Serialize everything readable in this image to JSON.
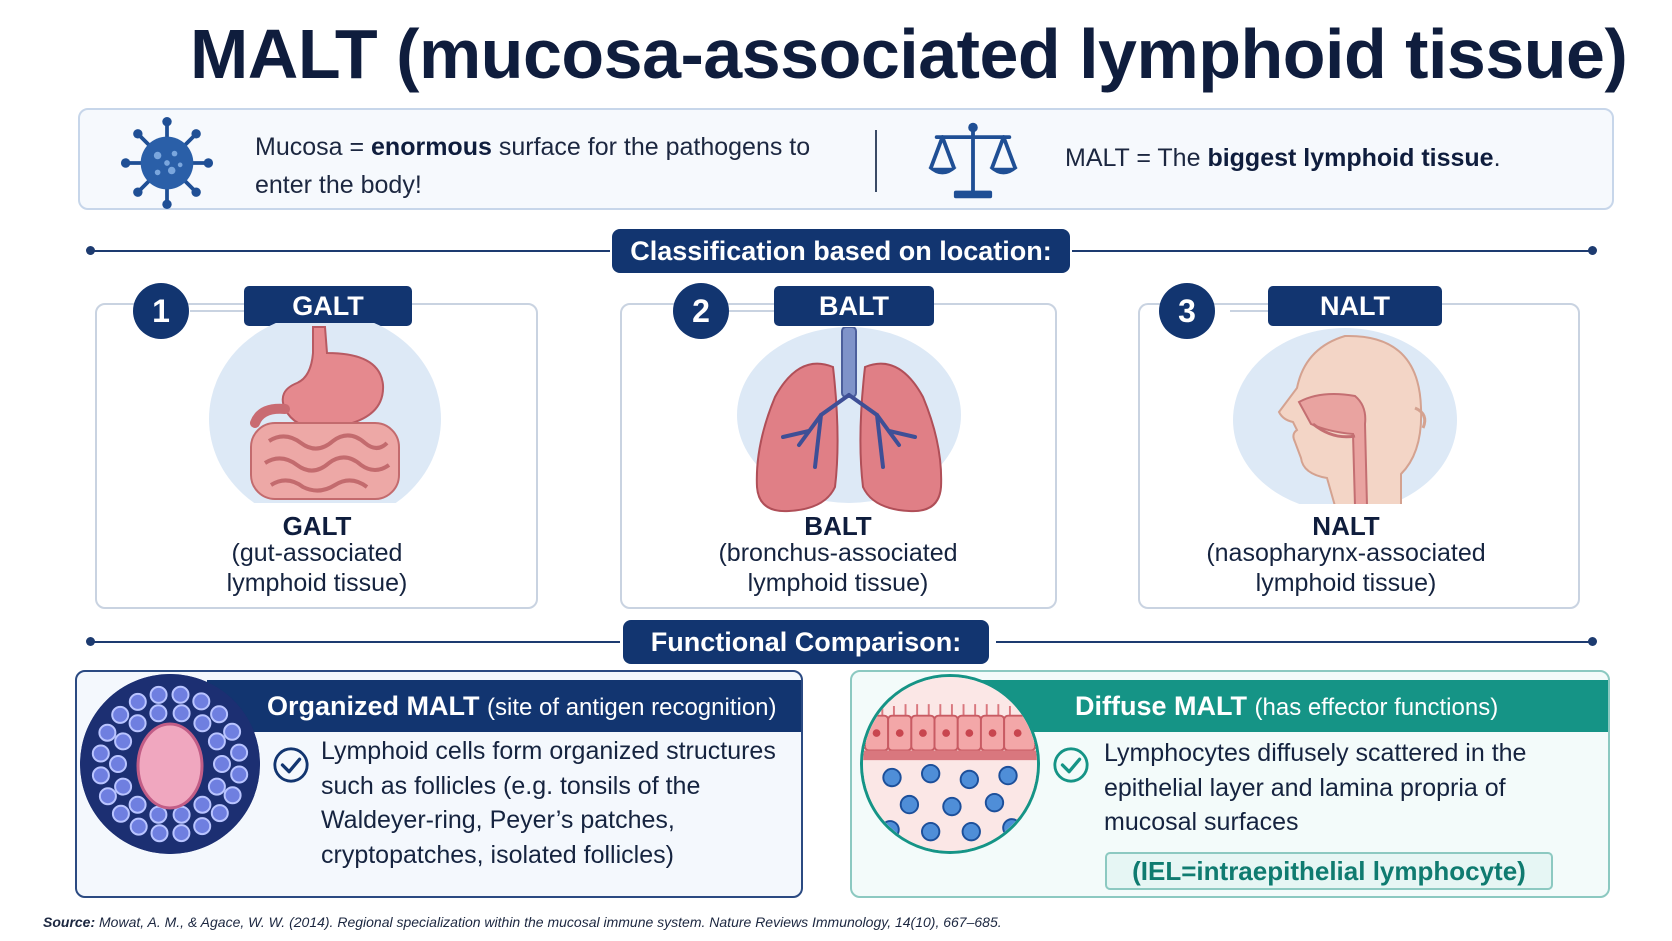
{
  "title": "MALT (mucosa-associated lymphoid tissue)",
  "intro": {
    "left_pre": "Mucosa = ",
    "left_bold": "enormous",
    "left_post": " surface for the pathogens to enter the body!",
    "right_pre": "MALT = The ",
    "right_bold": "biggest lymphoid tissue",
    "right_post": "."
  },
  "classification": {
    "heading": "Classification based on location:",
    "cards": [
      {
        "number": "1",
        "tag": "GALT",
        "name": "GALT",
        "desc_line1": "(gut-associated",
        "desc_line2": "lymphoid tissue)",
        "icon": "stomach-intestine-icon"
      },
      {
        "number": "2",
        "tag": "BALT",
        "name": "BALT",
        "desc_line1": "(bronchus-associated",
        "desc_line2": "lymphoid tissue)",
        "icon": "lungs-icon"
      },
      {
        "number": "3",
        "tag": "NALT",
        "name": "NALT",
        "desc_line1": "(nasopharynx-associated",
        "desc_line2": "lymphoid tissue)",
        "icon": "head-nasopharynx-icon"
      }
    ]
  },
  "functional": {
    "heading": "Functional Comparison:",
    "organized": {
      "title": "Organized MALT",
      "subtitle": "(site of antigen recognition)",
      "line1": "Lymphoid cells form organized structures",
      "line2": "such as follicles (e.g. tonsils of the",
      "line3": "Waldeyer-ring, Peyer’s patches,",
      "line4": "cryptopatches, isolated follicles)"
    },
    "diffuse": {
      "title": "Diffuse MALT",
      "subtitle": "(has effector functions)",
      "line1": "Lymphocytes diffusely scattered in the",
      "line2": "epithelial layer and lamina propria of",
      "line3": "mucosal surfaces",
      "note": "(IEL=intraepithelial lymphocyte)"
    }
  },
  "source": {
    "label": "Source:",
    "text": "Mowat, A. M., & Agace, W. W. (2014). Regional specialization within the mucosal immune system. Nature Reviews Immunology, 14(10), 667–685."
  },
  "colors": {
    "navy": "#123570",
    "teal": "#159486",
    "pink": "#e8868c",
    "light_blue": "#dde9f6"
  }
}
